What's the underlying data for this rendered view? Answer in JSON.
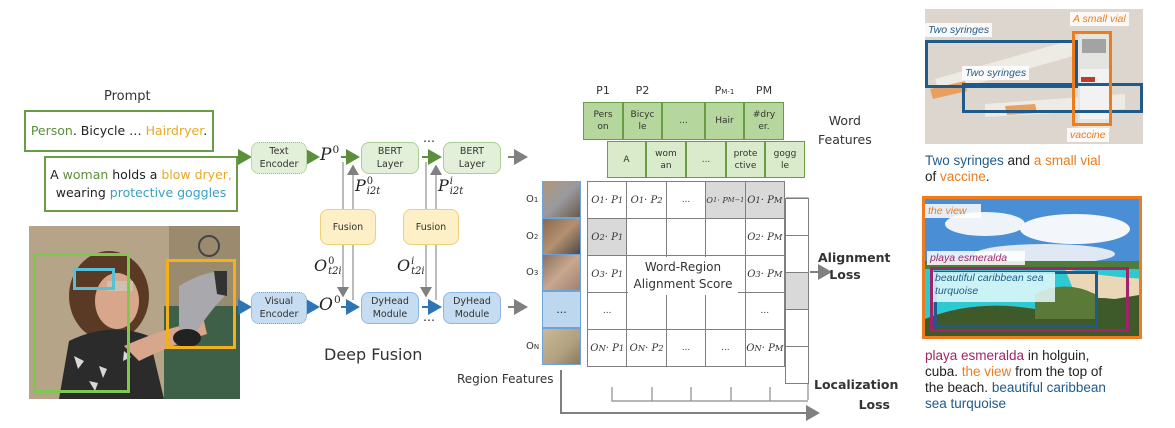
{
  "prompt": {
    "title": "Prompt",
    "detection_prompt": [
      {
        "text": "Person",
        "color": "green"
      },
      {
        "text": ". Bicycle … ",
        "color": "black"
      },
      {
        "text": "Hairdryer",
        "color": "yellow"
      },
      {
        "text": ".",
        "color": "black"
      }
    ],
    "grounding_prompt_line1": [
      {
        "text": "A ",
        "color": "black"
      },
      {
        "text": "woman",
        "color": "green"
      },
      {
        "text": " holds a ",
        "color": "black"
      },
      {
        "text": "blow dryer,",
        "color": "yellow"
      }
    ],
    "grounding_prompt_line2": [
      {
        "text": "wearing ",
        "color": "black"
      },
      {
        "text": "protective goggles",
        "color": "cyan"
      }
    ]
  },
  "colors": {
    "green": "#5b8f3a",
    "yellow": "#e8a921",
    "cyan": "#3a9fbf",
    "blue": "#1f5a8a",
    "orange": "#ec7c1c",
    "magenta": "#a0246a",
    "box_green": "#7ec850",
    "box_yellow": "#f2b01e",
    "box_cyan": "#55c0d8"
  },
  "deep_fusion": {
    "title": "Deep Fusion",
    "text_encoder": [
      "Text",
      "Encoder"
    ],
    "visual_encoder": [
      "Visual",
      "Encoder"
    ],
    "bert_layer": [
      "BERT",
      "Layer"
    ],
    "dyhead_module": [
      "DyHead",
      "Module"
    ],
    "fusion": "Fusion",
    "ellipsis": "…",
    "p0": {
      "base": "P",
      "sup": "0"
    },
    "o0": {
      "base": "O",
      "sup": "0"
    },
    "p_i2t_0": {
      "base": "P",
      "sup": "0",
      "sub": "i2t"
    },
    "p_i2t_i": {
      "base": "P",
      "sup": "i",
      "sub": "i2t"
    },
    "o_t2i_0": {
      "base": "O",
      "sup": "0",
      "sub": "t2i"
    },
    "o_t2i_i": {
      "base": "O",
      "sup": "i",
      "sub": "t2i"
    }
  },
  "word_features": {
    "label": [
      "Word",
      "Features"
    ],
    "headers": [
      "P1",
      "P2",
      "",
      "PM-1",
      "PM"
    ],
    "row1": [
      "Pers\non",
      "Bicyc\nle",
      "...",
      "Hair",
      "#dry\ner."
    ],
    "row2": [
      "A",
      "wom\nan",
      "...",
      "prote\nctive",
      "gogg\nle"
    ]
  },
  "region_features": {
    "label": "Region Features",
    "row_labels": [
      "O1",
      "O2",
      "O3",
      "",
      "ON"
    ],
    "ellipsis": "..."
  },
  "score_matrix": {
    "center_label": [
      "Word-Region",
      "Alignment Score"
    ],
    "rows": [
      [
        "O₁ · P₁",
        "O₁ · P₂",
        "...",
        "O₁ · P_{M−1}",
        "O₁ · P_M"
      ],
      [
        "O₂ · P₁",
        "",
        "",
        "",
        "O₂ · P_M"
      ],
      [
        "O₃ · P₁",
        "",
        "",
        "",
        "O₃ · P_M"
      ],
      [
        "...",
        "",
        "",
        "",
        "..."
      ],
      [
        "O_N · P₁",
        "O_N · P₂",
        "...",
        "...",
        "O_N · P_M"
      ]
    ],
    "gray_cells": [
      [
        0,
        3
      ],
      [
        0,
        4
      ],
      [
        1,
        0
      ]
    ]
  },
  "losses": {
    "alignment": [
      "Alignment",
      "Loss"
    ],
    "localization": [
      "Localization",
      "Loss"
    ]
  },
  "examples": {
    "vaccine": {
      "tags": [
        "Two syringes",
        "Two syringes",
        "A small vial",
        "vaccine"
      ],
      "caption_line1": [
        {
          "text": "Two syringes",
          "color": "blue"
        },
        {
          "text": " and ",
          "color": "black"
        },
        {
          "text": "a small vial",
          "color": "orange"
        }
      ],
      "caption_line2": [
        {
          "text": "of ",
          "color": "black"
        },
        {
          "text": "vaccine",
          "color": "orange"
        },
        {
          "text": ".",
          "color": "black"
        }
      ]
    },
    "beach": {
      "tags": [
        "the view",
        "playa esmeralda",
        "beautiful caribbean sea",
        "turquoise"
      ],
      "caption_line1": [
        {
          "text": "playa esmeralda",
          "color": "magenta"
        },
        {
          "text": " in holguin,",
          "color": "black"
        }
      ],
      "caption_line2": [
        {
          "text": "cuba. ",
          "color": "black"
        },
        {
          "text": "the view",
          "color": "orange"
        },
        {
          "text": " from the top of",
          "color": "black"
        }
      ],
      "caption_line3": [
        {
          "text": "the beach. ",
          "color": "black"
        },
        {
          "text": "beautiful caribbean",
          "color": "blue"
        }
      ],
      "caption_line4": [
        {
          "text": "sea turquoise",
          "color": "blue"
        }
      ]
    }
  }
}
